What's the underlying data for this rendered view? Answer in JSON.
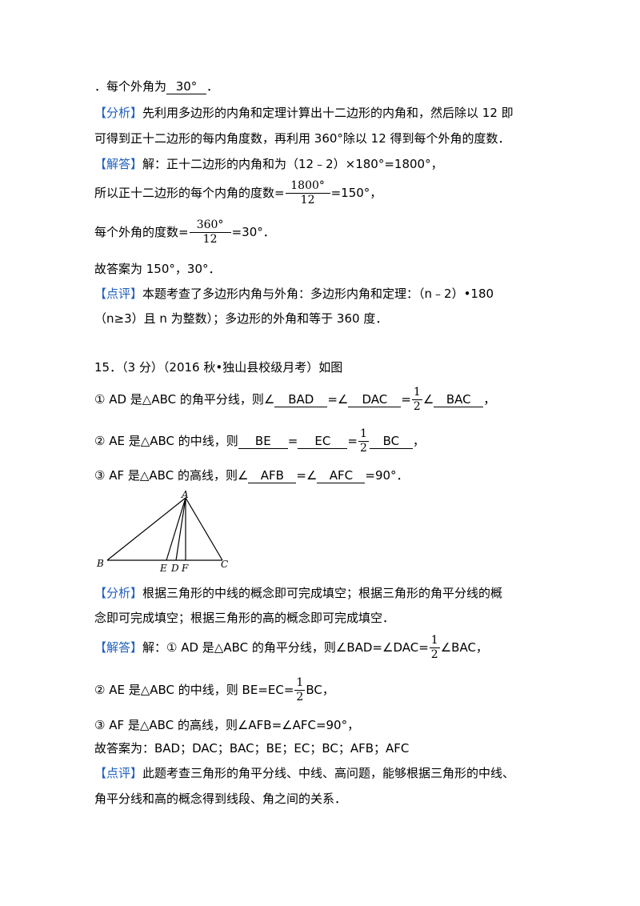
{
  "prev": {
    "line1_pre": "．每个外角为",
    "line1_ans": "30°",
    "line1_post": "．",
    "analysis_tag": "【分析】",
    "analysis_1": "先利用多边形的内角和定理计算出十二边形的内角和，然后除以 12 即",
    "analysis_2": "可得到正十二边形的每内角度数，再利用 360°除以 12 得到每个外角的度数．",
    "solution_tag": "【解答】",
    "solution_1": "解：正十二边形的内角和为（12﹣2）×180°=1800°，",
    "solution_2_pre": "所以正十二边形的每个内角的度数=",
    "solution_2_num": "1800°",
    "solution_2_den": "12",
    "solution_2_post": "=150°，",
    "solution_3_pre": "每个外角的度数=",
    "solution_3_num": "360°",
    "solution_3_den": "12",
    "solution_3_post": "=30°．",
    "answer": "故答案为 150°，30°．",
    "comment_tag": "【点评】",
    "comment_1": "本题考查了多边形内角与外角：多边形内角和定理：（n﹣2）•180",
    "comment_2": "（n≥3）且 n 为整数）；多边形的外角和等于 360 度．"
  },
  "q15": {
    "header": "15．（3 分）（2016 秋•独山县校级月考）如图",
    "l1_pre": "① AD 是△ABC 的角平分线，则∠",
    "l1_a1": "BAD",
    "l1_m1": "=∠",
    "l1_a2": "DAC",
    "l1_m2": "=",
    "l1_num": "1",
    "l1_den": "2",
    "l1_m3": "∠",
    "l1_a3": "BAC",
    "l1_post": "，",
    "l2_pre": "② AE 是△ABC 的中线，则",
    "l2_a1": "BE",
    "l2_m1": "=",
    "l2_a2": "EC",
    "l2_m2": "=",
    "l2_num": "1",
    "l2_den": "2",
    "l2_a3": "BC",
    "l2_post": "，",
    "l3_pre": "③ AF 是△ABC 的高线，则∠",
    "l3_a1": "AFB",
    "l3_m1": "=∠",
    "l3_a2": "AFC",
    "l3_post": "=90°．",
    "fig": {
      "A": "A",
      "B": "B",
      "C": "C",
      "E": "E",
      "D": "D",
      "F": "F"
    },
    "analysis_tag": "【分析】",
    "analysis_1": "根据三角形的中线的概念即可完成填空；根据三角形的角平分线的概",
    "analysis_2": "念即可完成填空；根据三角形的高的概念即可完成填空．",
    "solution_tag": "【解答】",
    "sol1_pre": "解：① AD 是△ABC 的角平分线，则∠BAD=∠DAC=",
    "sol1_num": "1",
    "sol1_den": "2",
    "sol1_post": "∠BAC，",
    "sol2_pre": "② AE 是△ABC 的中线，则 BE=EC=",
    "sol2_num": "1",
    "sol2_den": "2",
    "sol2_post": "BC，",
    "sol3": "③ AF 是△ABC 的高线，则∠AFB=∠AFC=90°，",
    "answer": "故答案为：BAD；DAC；BAC；BE；EC；BC；AFB；AFC",
    "comment_tag": "【点评】",
    "comment_1": "此题考查三角形的角平分线、中线、高问题，能够根据三角形的中线、",
    "comment_2": "角平分线和高的概念得到线段、角之间的关系．"
  }
}
